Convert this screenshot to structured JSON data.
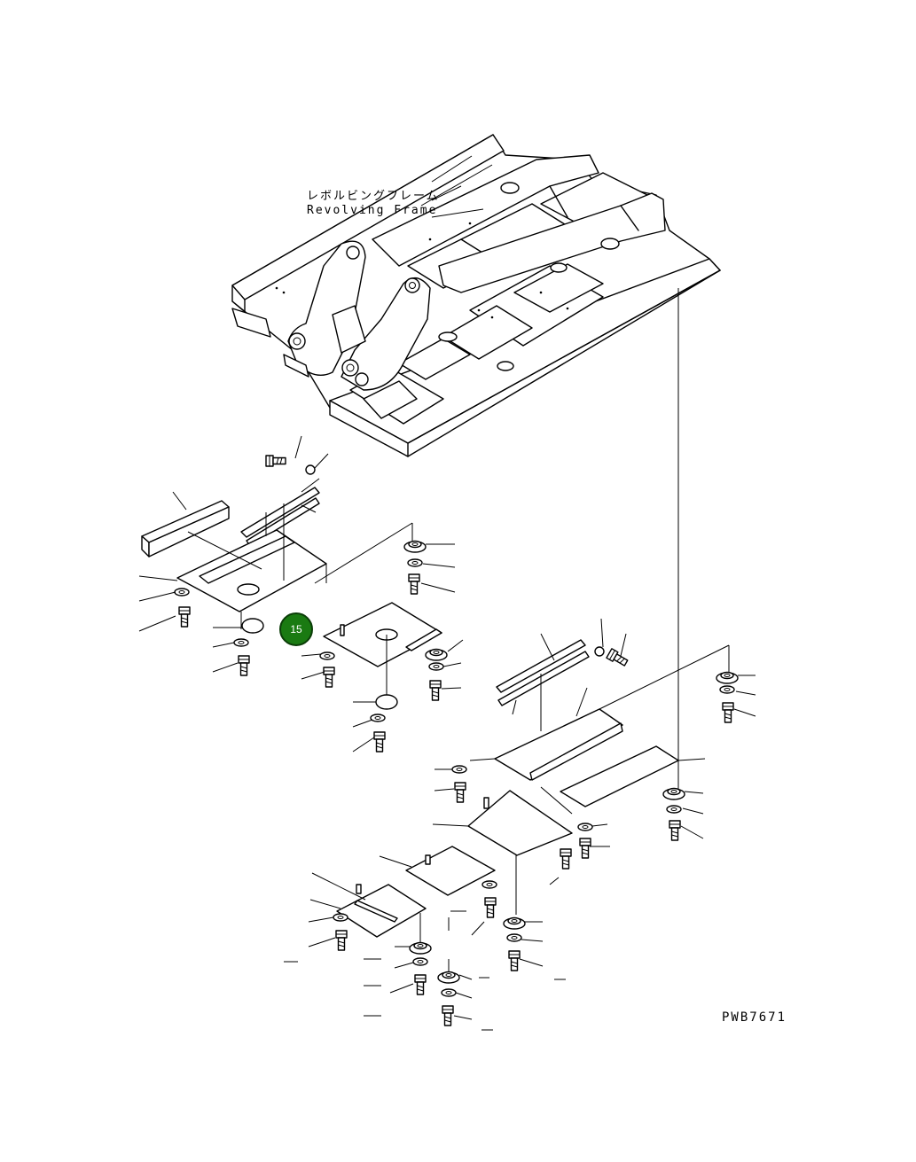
{
  "frame_label": {
    "jp": "レボルビングフレーム",
    "en": "Revolving Frame"
  },
  "drawing_code": "PWB7671",
  "callout": {
    "number": "15",
    "color": "#1a7a12"
  }
}
